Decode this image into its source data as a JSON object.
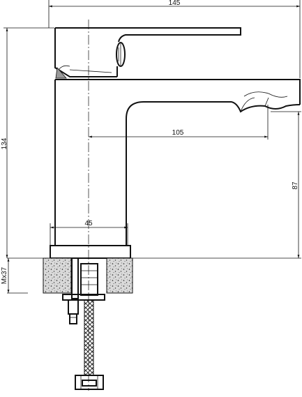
{
  "diagram": {
    "dimensions": {
      "overall_width": "145",
      "overall_height": "134",
      "spout_reach": "105",
      "spout_height": "87",
      "base_diameter": "45",
      "thread": "Mx37"
    }
  }
}
